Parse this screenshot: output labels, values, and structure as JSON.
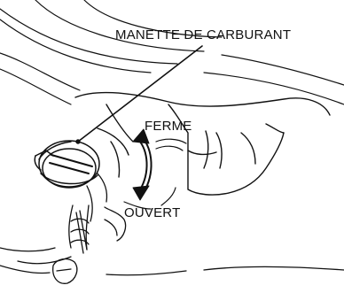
{
  "diagram": {
    "labels": {
      "fuel_lever": "MANETTE DE CARBURANT",
      "closed": "FERME",
      "open": "OUVERT"
    },
    "colors": {
      "ink": "#111111",
      "background": "#ffffff"
    }
  }
}
